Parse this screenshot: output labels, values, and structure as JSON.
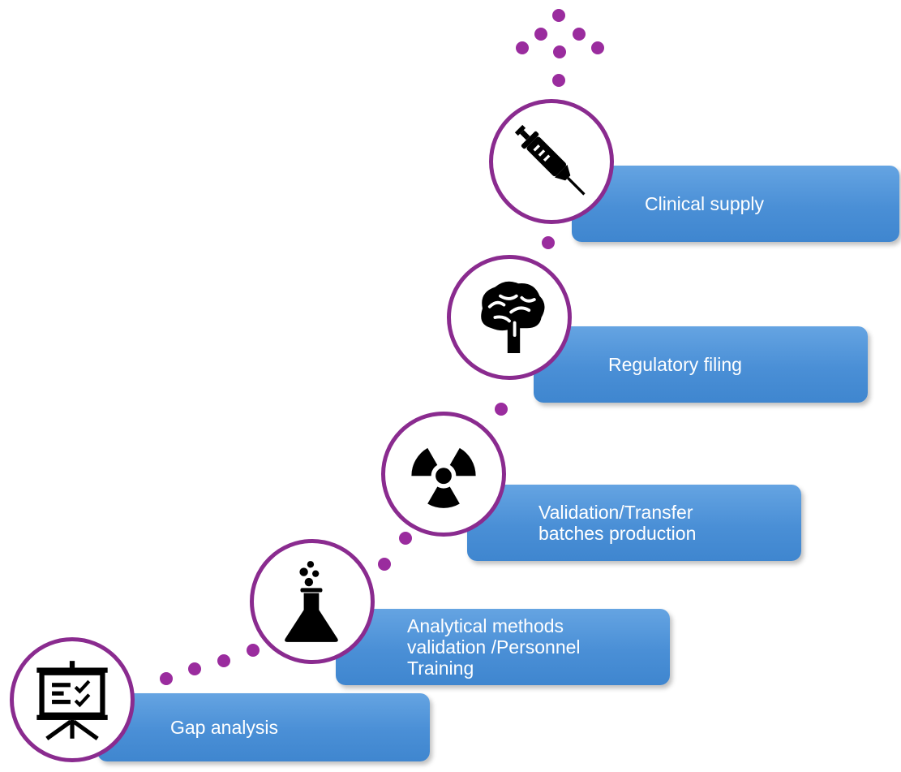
{
  "steps": [
    {
      "label": "Gap analysis",
      "icon": "presentation-board-icon"
    },
    {
      "label": "Analytical methods validation /Personnel Training",
      "icon": "flask-icon"
    },
    {
      "label": "Validation/Transfer batches production",
      "icon": "radiation-icon"
    },
    {
      "label": "Regulatory filing",
      "icon": "brain-icon"
    },
    {
      "label": "Clinical supply",
      "icon": "syringe-icon"
    }
  ],
  "colors": {
    "box": "#4a8fd6",
    "ring": "#8a2b8f",
    "dots": "#9a2c9e",
    "text": "#ffffff"
  }
}
